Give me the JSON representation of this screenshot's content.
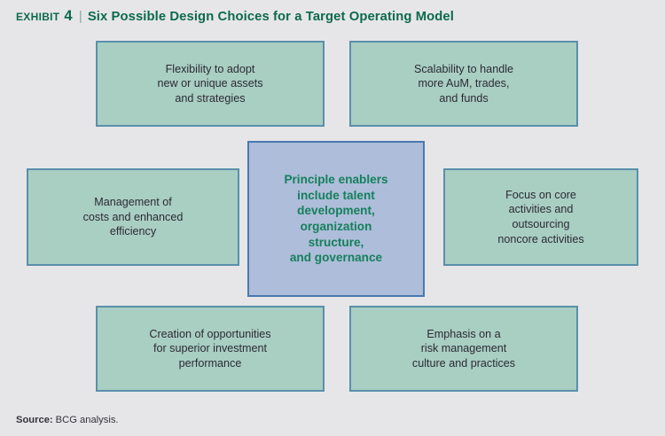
{
  "header": {
    "exhibit_label": "Exhibit 4",
    "divider": "|",
    "title": "Six Possible Design Choices for a Target Operating Model"
  },
  "diagram": {
    "type": "hub-and-spoke",
    "center": {
      "id": "principle-enablers",
      "text": "Principle enablers\ninclude talent\ndevelopment,\norganization\nstructure,\nand governance",
      "fill": "#aebdda",
      "border": "#4a79b0",
      "text_color": "#15805c"
    },
    "nodes": [
      {
        "id": "flexibility",
        "position": "top-left",
        "text": "Flexibility to adopt\nnew or unique assets\nand strategies"
      },
      {
        "id": "scalability",
        "position": "top-right",
        "text": "Scalability to handle\nmore AuM, trades,\nand funds"
      },
      {
        "id": "cost-management",
        "position": "middle-left",
        "text": "Management of\ncosts and enhanced\nefficiency"
      },
      {
        "id": "core-focus",
        "position": "middle-right",
        "text": "Focus on core\nactivities and\noutsourcing\nnoncore activities"
      },
      {
        "id": "opportunity-creation",
        "position": "bottom-left",
        "text": "Creation of opportunities\nfor superior investment\nperformance"
      },
      {
        "id": "risk-management",
        "position": "bottom-right",
        "text": "Emphasis on a\nrisk management\nculture and practices"
      }
    ],
    "node_fill": "#a9cec2",
    "node_border": "#5a8fab",
    "node_text_color": "#2b2b33"
  },
  "footer": {
    "source_label": "Source:",
    "source_value": "BCG analysis."
  },
  "colors": {
    "background": "#e6e6e8",
    "title_green": "#0d6a4a",
    "box_green": "#a9cec2",
    "box_border_blue": "#5a8fab",
    "center_blue": "#aebdda",
    "center_border": "#4a79b0",
    "center_text_green": "#15805c"
  }
}
